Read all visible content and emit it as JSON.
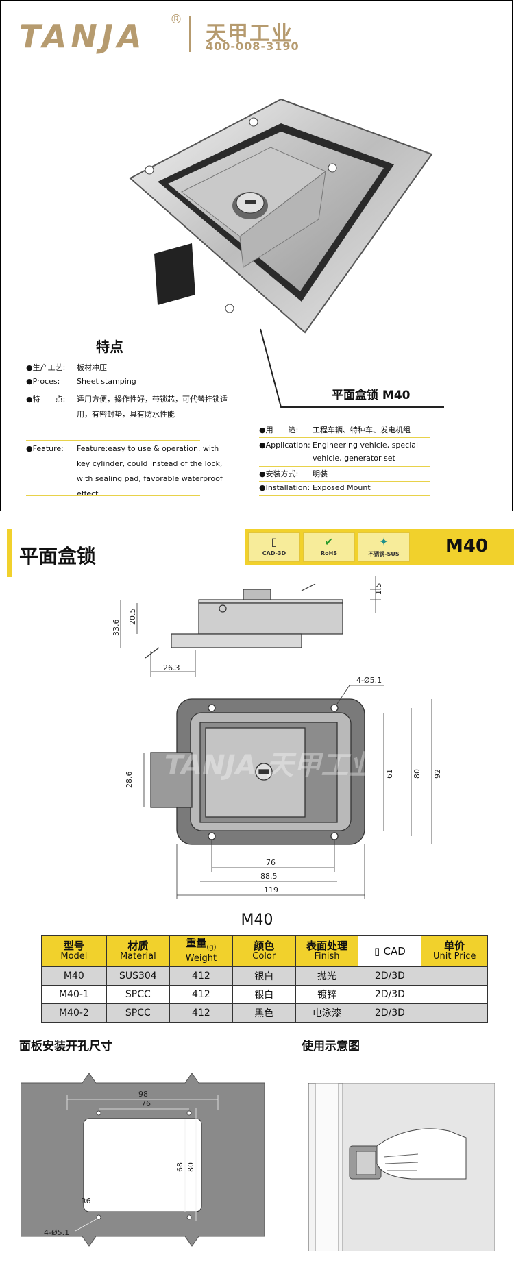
{
  "brand": {
    "logo_text": "TANJA",
    "registered": "®",
    "cn_name": "天甲工业",
    "phone": "400-008-3190"
  },
  "features": {
    "title": "特点",
    "rows": [
      {
        "key": "●生产工艺:",
        "value": "板材冲压"
      },
      {
        "key": "●Proces:",
        "value": "Sheet stamping"
      },
      {
        "key": "●特　　点:",
        "value": "适用方便，操作性好，带锁芯，可代替挂锁适用，有密封垫，具有防水性能"
      },
      {
        "key": "●Feature:",
        "value": "Feature:easy to use & operation. with key cylinder, could instead of the lock, with sealing pad,  favorable waterproof effect"
      }
    ]
  },
  "product": {
    "title": "平面盒锁  M40",
    "rows": [
      {
        "key": "●用　　途:",
        "value": "工程车辆、特种车、发电机组"
      },
      {
        "key": "●Application:",
        "value": "Engineering vehicle, special vehicle, generator set"
      },
      {
        "key": "●安装方式:",
        "value": "明装"
      },
      {
        "key": "●Installation:",
        "value": "Exposed Mount"
      }
    ]
  },
  "banner": {
    "title": "平面盒锁",
    "model": "M40",
    "badges": [
      {
        "label": "CAD-3D",
        "icon": "document-icon"
      },
      {
        "label": "RoHS",
        "icon": "checkmark-icon"
      },
      {
        "label": "不锈钢-SUS",
        "icon": "star-icon"
      }
    ]
  },
  "drawing": {
    "title": "M40",
    "dims": {
      "d1_5": "1.5",
      "d20_5": "20.5",
      "d33_6": "33.6",
      "d26_3": "26.3",
      "holes": "4-Ø5.1",
      "d28_6": "28.6",
      "d61": "61",
      "d80": "80",
      "d92": "92",
      "d76": "76",
      "d88_5": "88.5",
      "d119": "119"
    },
    "watermark": "TANJA 天甲工业"
  },
  "spec_table": {
    "headers": [
      {
        "cn": "型号",
        "en": "Model"
      },
      {
        "cn": "材质",
        "en": "Material"
      },
      {
        "cn": "重量",
        "unit": "(g)",
        "en": "Weight"
      },
      {
        "cn": "颜色",
        "en": "Color"
      },
      {
        "cn": "表面处理",
        "en": "Finish"
      },
      {
        "cn": "CAD",
        "en": ""
      },
      {
        "cn": "单价",
        "en": "Unit Price"
      }
    ],
    "rows": [
      [
        "M40",
        "SUS304",
        "412",
        "银白",
        "抛光",
        "2D/3D",
        ""
      ],
      [
        "M40-1",
        "SPCC",
        "412",
        "银白",
        "镀锌",
        "2D/3D",
        ""
      ],
      [
        "M40-2",
        "SPCC",
        "412",
        "黑色",
        "电泳漆",
        "2D/3D",
        ""
      ]
    ]
  },
  "cutout": {
    "title": "面板安装开孔尺寸",
    "dims": {
      "d98": "98",
      "d76": "76",
      "d68": "68",
      "d80": "80",
      "r6": "R6",
      "holes": "4-Ø5.1"
    }
  },
  "usage": {
    "title": "使用示意图"
  },
  "colors": {
    "accent_yellow": "#f1d12c",
    "brand_gold": "#b69b6f",
    "row_gray": "#d5d5d5"
  }
}
